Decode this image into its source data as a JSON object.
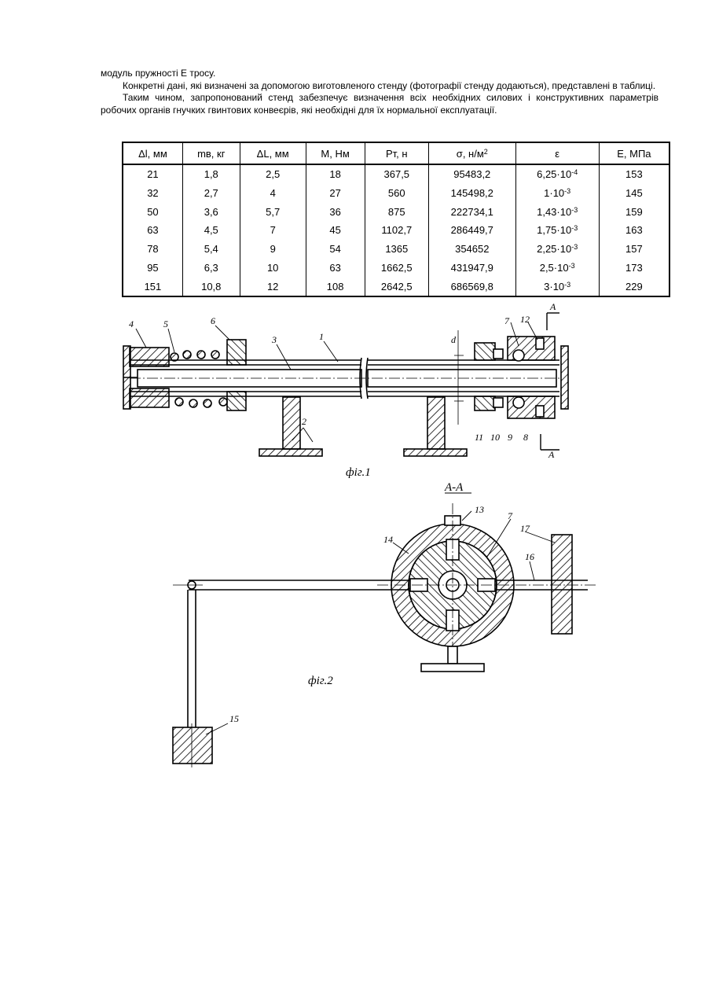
{
  "text": {
    "line1": "модуль пружності E тросу.",
    "para2": "Конкретні дані, які визначені за допомогою виготовленого стенду (фотографії стенду додаються), представлені в таблиці.",
    "para3": "Таким чином, запропонований стенд забезпечує визначення всіх необхідних силових і конструктивних параметрів робочих органів  гнучких гвинтових конвеєрів, які необхідні для їх нормальної експлуатації."
  },
  "table": {
    "headers": [
      "Δl, мм",
      "mв, кг",
      "ΔL, мм",
      "M, Нм",
      "Pт, н",
      "σ, н/м",
      "ε",
      "E, МПа"
    ],
    "header_sup": {
      "sigma": "2"
    },
    "rows": [
      [
        "21",
        "1,8",
        "2,5",
        "18",
        "367,5",
        "95483,2",
        "6,25·10",
        "-4",
        "153"
      ],
      [
        "32",
        "2,7",
        "4",
        "27",
        "560",
        "145498,2",
        "1·10",
        "-3",
        "145"
      ],
      [
        "50",
        "3,6",
        "5,7",
        "36",
        "875",
        "222734,1",
        "1,43·10",
        "-3",
        "159"
      ],
      [
        "63",
        "4,5",
        "7",
        "45",
        "1102,7",
        "286449,7",
        "1,75·10",
        "-3",
        "163"
      ],
      [
        "78",
        "5,4",
        "9",
        "54",
        "1365",
        "354652",
        "2,25·10",
        "-3",
        "157"
      ],
      [
        "95",
        "6,3",
        "10",
        "63",
        "1662,5",
        "431947,9",
        "2,5·10",
        "-3",
        "173"
      ],
      [
        "151",
        "10,8",
        "12",
        "108",
        "2642,5",
        "686569,8",
        "3·10",
        "-3",
        "229"
      ]
    ]
  },
  "fig1": {
    "caption": "фіг.1",
    "labels": [
      "4",
      "5",
      "6",
      "3",
      "1",
      "d",
      "7",
      "12",
      "A",
      "11",
      "10",
      "9",
      "8",
      "A",
      "2"
    ]
  },
  "fig2": {
    "section": "А-А",
    "caption": "фіг.2",
    "labels": [
      "13",
      "7",
      "14",
      "17",
      "16",
      "15"
    ]
  }
}
